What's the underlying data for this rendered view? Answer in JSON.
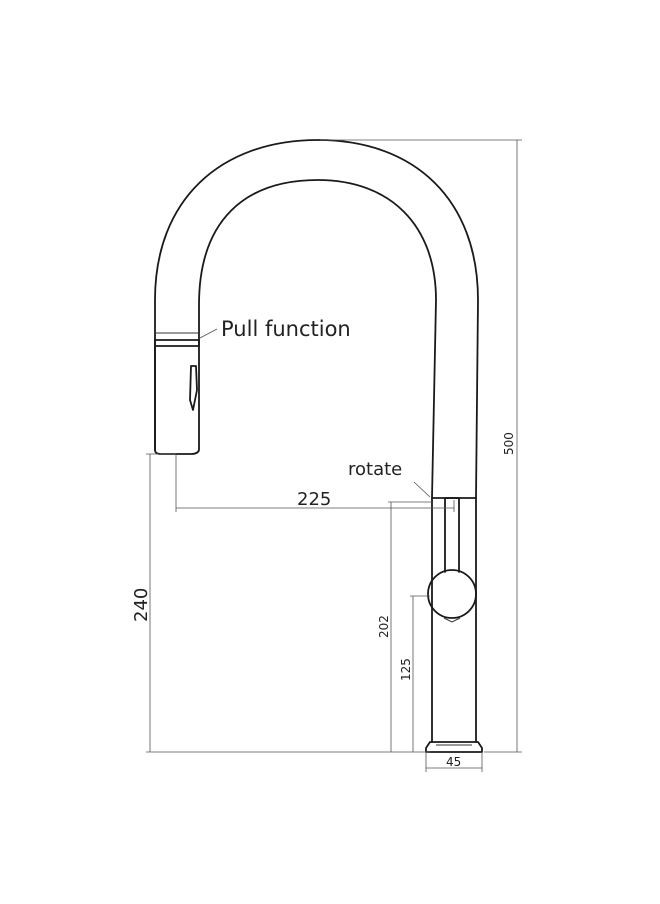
{
  "labels": {
    "pull_function": "Pull function",
    "rotate": "rotate"
  },
  "dimensions": {
    "height_total": "500",
    "reach": "225",
    "spout_height": "240",
    "body_height": "202",
    "handle_height": "125",
    "base_width": "45"
  },
  "colors": {
    "stroke": "#1a1a1a",
    "dimension_line": "#555555",
    "background": "#ffffff"
  }
}
